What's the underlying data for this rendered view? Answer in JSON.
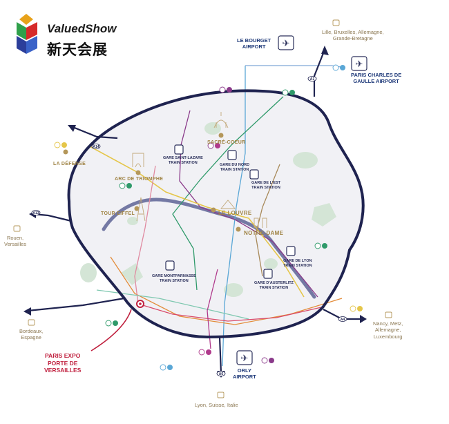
{
  "brand": {
    "name_en": "ValuedShow",
    "name_cn": "新天会展"
  },
  "roads": [
    {
      "id": "A1",
      "label": "A1"
    },
    {
      "id": "A13",
      "label": "A13"
    },
    {
      "id": "A14",
      "label": "A14"
    },
    {
      "id": "A4",
      "label": "A4"
    },
    {
      "id": "A6",
      "label": "A6"
    }
  ],
  "landmarks": {
    "sacre_coeur": "SACRÉ-COEUR",
    "arc": "ARC DE TRIOMPHE",
    "la_defense": "LA DÉFENSE",
    "tour_eiffel": "TOUR EIFFEL",
    "louvre": "LE LOUVRE",
    "notre_dame": "NOTRE-DAME"
  },
  "stations": {
    "st_lazare": "GARE SAINT-LAZARE\nTRAIN STATION",
    "nord": "GARE DU NORD\nTRAIN STATION",
    "est": "GARE DE L'EST\nTRAIN STATION",
    "lyon": "GARE DE LYON\nTRAIN STATION",
    "montparnasse": "GARE MONTPARNASSE\nTRAIN STATION",
    "austerlitz": "GARE D'AUSTERLITZ\nTRAIN STATION"
  },
  "cities": {
    "north": "Lille, Bruxelles, Allemagne,\nGrande-Bretagne",
    "west": "Rouen,\nVersailles",
    "southwest": "Bordeaux,\nEspagne",
    "east": "Nancy, Metz,\nAllemagne,\nLuxembourg",
    "south": "Lyon, Suisse, Italie"
  },
  "airports": {
    "bourget": "LE BOURGET\nAIRPORT",
    "cdg": "PARIS CHARLES DE\nGAULLE AIRPORT",
    "orly": "ORLY\nAIRPORT"
  },
  "venue": {
    "label": "PARIS EXPO\nPORTE DE\nVERSAILLES"
  },
  "colors": {
    "ring": "#1f2350",
    "river": "#6a6f9a",
    "rer_b": "#5aa7d6",
    "rer_a": "#c0213f",
    "line_green": "#2f9a6a",
    "line_purple": "#8a3a8a",
    "line_yellow": "#e5c64a",
    "line_orange": "#e38c3a",
    "line_pink": "#e08aa0",
    "gold": "#b4975a",
    "park": "#d5e6d6",
    "inner": "#f4f4f6"
  }
}
